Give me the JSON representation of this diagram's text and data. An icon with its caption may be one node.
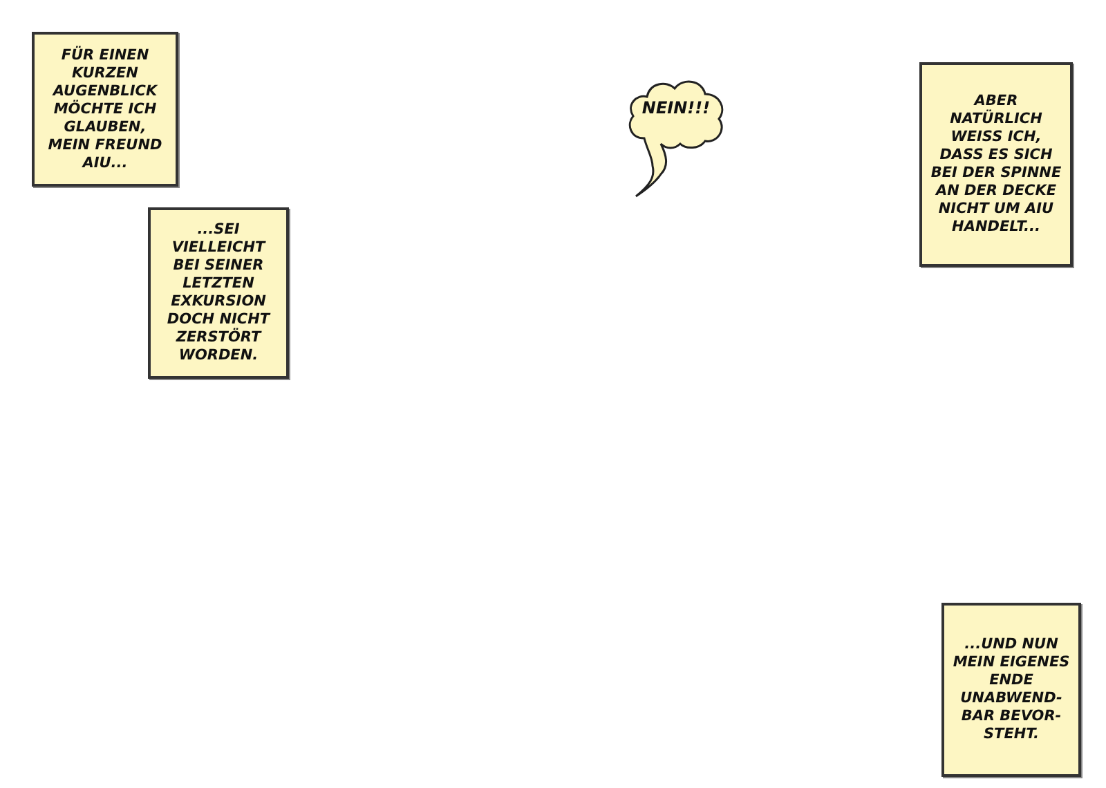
{
  "diagram": {
    "nodes": [
      {
        "text": [
          "FÜR EINEN KURZEN AUGENBLICK MÖCHTE ICH GLAUBEN, MEIN FREUND AIU..."
        ]
      },
      {
        "text": [
          "...SEI VIELLEICHT BEI SEINER LETZTEN EXKURSION DOCH NICHT ZERSTÖRT WORDEN."
        ]
      },
      {
        "text": [
          "NEIN!!!"
        ]
      },
      {
        "text": [
          "ABER NATÜRLICH WEISS ICH, DASS ES SICH BEI DER SPINNE AN DER DECKE NICHT UM AIU HANDELT..."
        ]
      },
      {
        "text": [
          "...UND NUN MEIN EIGENES ENDE UNABWEND-BAR BEVOR-STEHT."
        ]
      }
    ],
    "edges": []
  }
}
